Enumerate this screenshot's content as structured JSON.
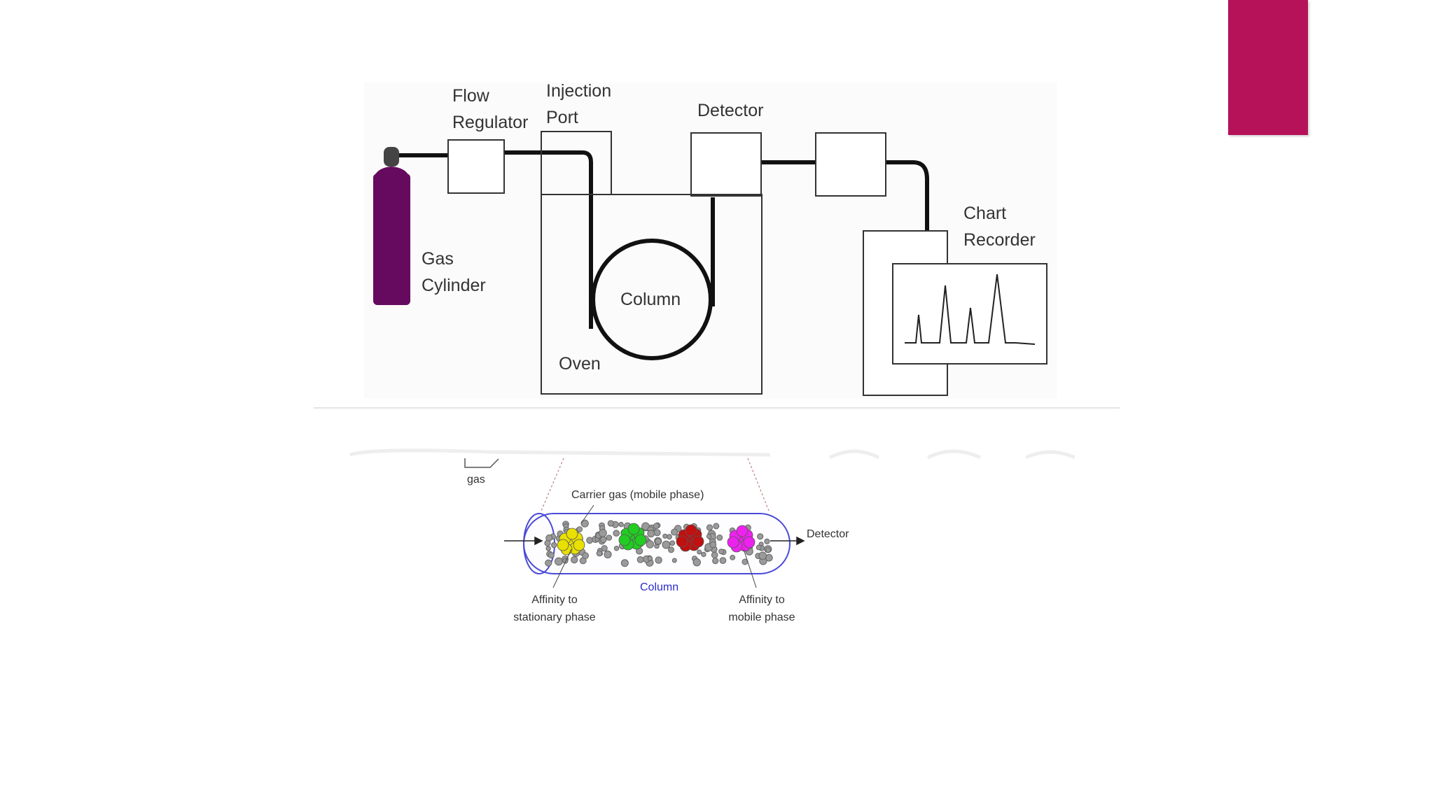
{
  "colors": {
    "accent": "#b5125a",
    "cylinder": "#650a5e",
    "line": "#111111",
    "column_outline": "#4a4ad8",
    "column_label": "#2b2bd0"
  },
  "gc_diagram": {
    "flow_regulator": [
      "Flow",
      "Regulator"
    ],
    "injection_port": [
      "Injection",
      "Port"
    ],
    "detector": "Detector",
    "gas_cylinder": [
      "Gas",
      "Cylinder"
    ],
    "column": "Column",
    "oven": "Oven",
    "chart_recorder": [
      "Chart",
      "Recorder"
    ]
  },
  "separation_diagram": {
    "gas": "gas",
    "carrier_gas": "Carrier gas (mobile phase)",
    "detector": "Detector",
    "column": "Column",
    "affinity_stationary": [
      "Affinity to",
      "stationary phase"
    ],
    "affinity_mobile": [
      "Affinity to",
      "mobile phase"
    ],
    "analyte_colors": [
      "#e8e000",
      "#22cc22",
      "#c01010",
      "#ee22ee"
    ]
  }
}
